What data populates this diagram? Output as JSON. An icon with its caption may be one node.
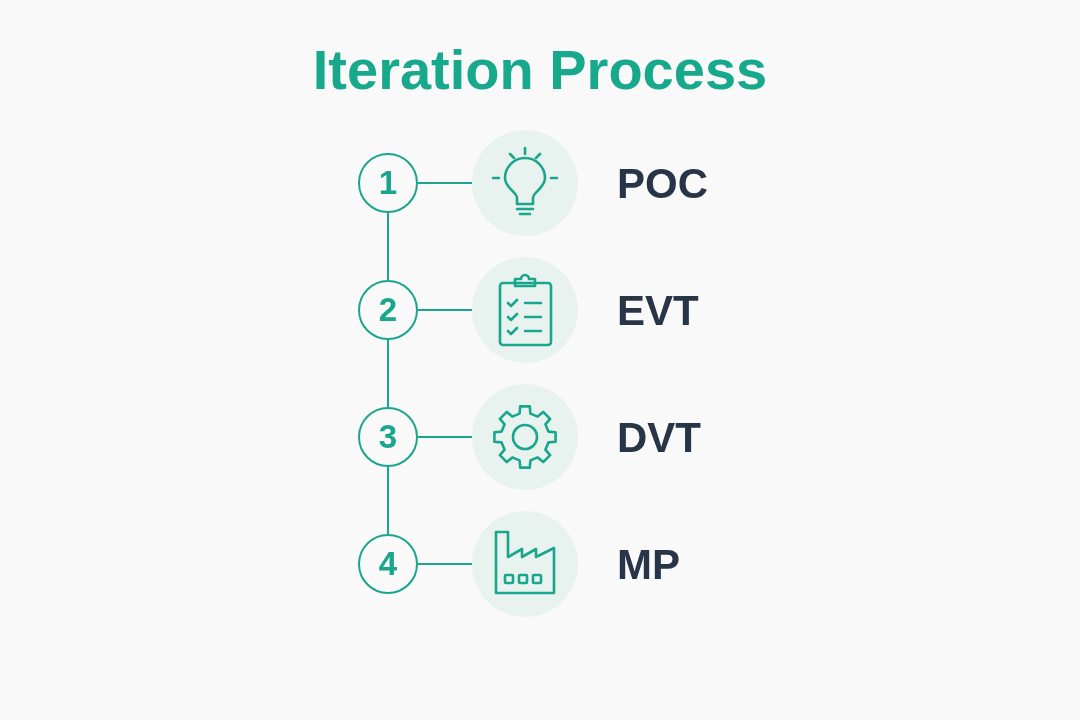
{
  "diagram": {
    "title": "Iteration Process",
    "nodes": [
      {
        "text": [
          "1"
        ]
      },
      {
        "text": [],
        "shape": "picture",
        "beside": [
          "POC"
        ]
      },
      {
        "text": [
          "2"
        ]
      },
      {
        "text": [],
        "shape": "picture",
        "beside": [
          "EVT"
        ]
      },
      {
        "text": [
          "3"
        ]
      },
      {
        "text": [],
        "shape": "picture",
        "beside": [
          "DVT"
        ]
      },
      {
        "text": [
          "4"
        ]
      },
      {
        "text": [],
        "shape": "picture",
        "beside": [
          "MP"
        ]
      }
    ],
    "edges": [
      {
        "from": 0,
        "to": 1,
        "arrow": "none"
      },
      {
        "from": 0,
        "to": 2,
        "arrow": "none"
      },
      {
        "from": 2,
        "to": 3,
        "arrow": "none"
      },
      {
        "from": 2,
        "to": 4,
        "arrow": "none"
      },
      {
        "from": 4,
        "to": 5,
        "arrow": "none"
      },
      {
        "from": 4,
        "to": 6,
        "arrow": "none"
      },
      {
        "from": 6,
        "to": 7,
        "arrow": "none"
      }
    ]
  }
}
